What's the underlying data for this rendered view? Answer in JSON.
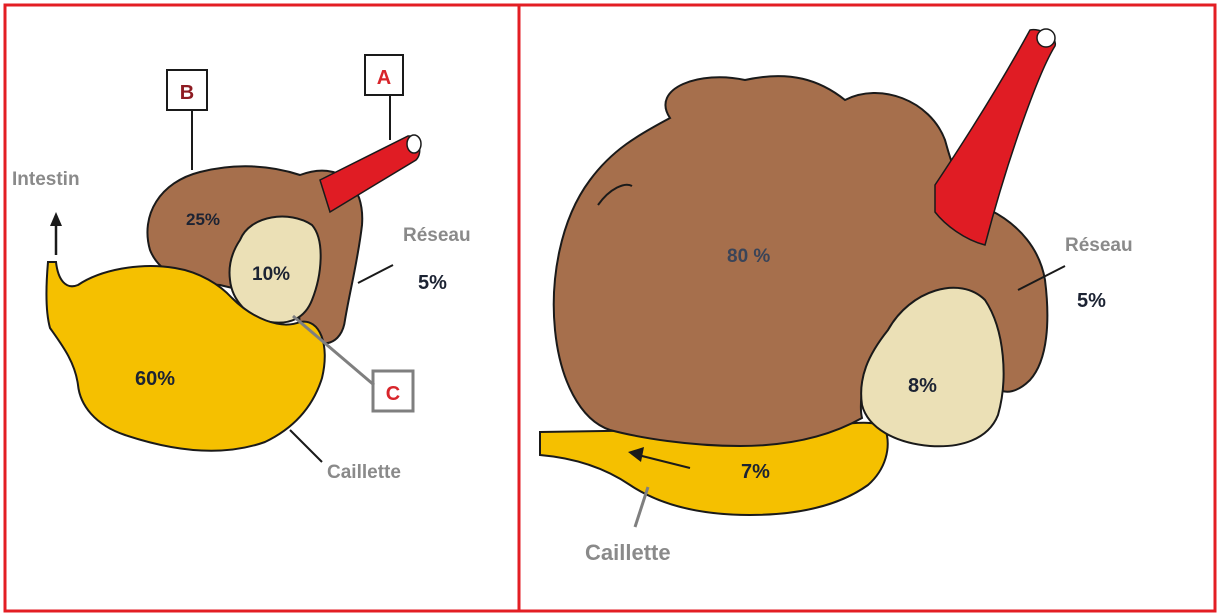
{
  "colors": {
    "frame": "#e31e24",
    "rumen": "#a66f4c",
    "abomasum": "#f5c000",
    "omasum": "#ebe0b6",
    "esophagus": "#e01c24",
    "outline": "#1a1a1a"
  },
  "left_panel": {
    "label_a": "A",
    "label_b": "B",
    "label_c": "C",
    "intestin": "Intestin",
    "rumen_pct": "25%",
    "omasum_pct": "10%",
    "reseau": "Réseau",
    "reseau_pct": "5%",
    "abomasum_pct": "60%",
    "caillette": "Caillette"
  },
  "right_panel": {
    "rumen_pct": "80 %",
    "reseau": "Réseau",
    "reseau_pct": "5%",
    "omasum_pct": "8%",
    "abomasum_pct": "7%",
    "caillette": "Caillette"
  }
}
